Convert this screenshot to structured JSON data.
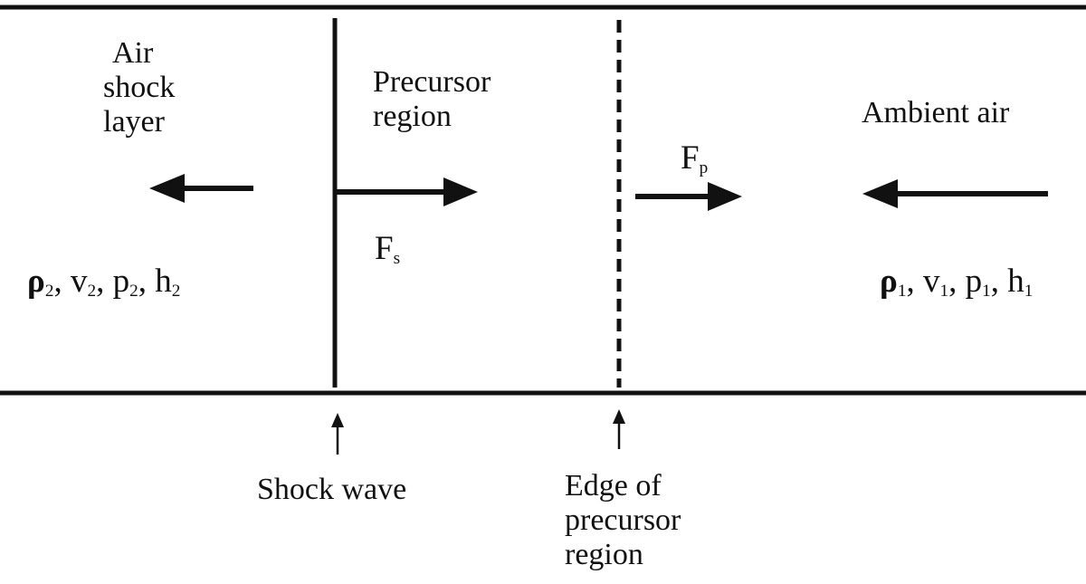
{
  "labels": {
    "air_shock_layer": [
      "Air",
      "shock",
      "layer"
    ],
    "precursor_region": [
      "Precursor",
      "region"
    ],
    "ambient_air": "Ambient air",
    "shock_wave": "Shock wave",
    "edge_of_precursor_region": [
      "Edge of",
      "precursor",
      "region"
    ]
  },
  "forces": {
    "fs": {
      "symbol": "F",
      "sub": "s"
    },
    "fp": {
      "symbol": "F",
      "sub": "p"
    }
  },
  "states": {
    "post_shock": {
      "rho": "ρ",
      "rho_sub": "2",
      "v": "v",
      "v_sub": "2",
      "p": "p",
      "p_sub": "2",
      "h": "h",
      "h_sub": "2",
      "sep": ", "
    },
    "ambient": {
      "rho": "ρ",
      "rho_sub": "1",
      "v": "v",
      "v_sub": "1",
      "p": "p",
      "p_sub": "1",
      "h": "h",
      "h_sub": "1",
      "sep": ", "
    }
  },
  "colors": {
    "ink": "#111111",
    "background": "#ffffff"
  }
}
